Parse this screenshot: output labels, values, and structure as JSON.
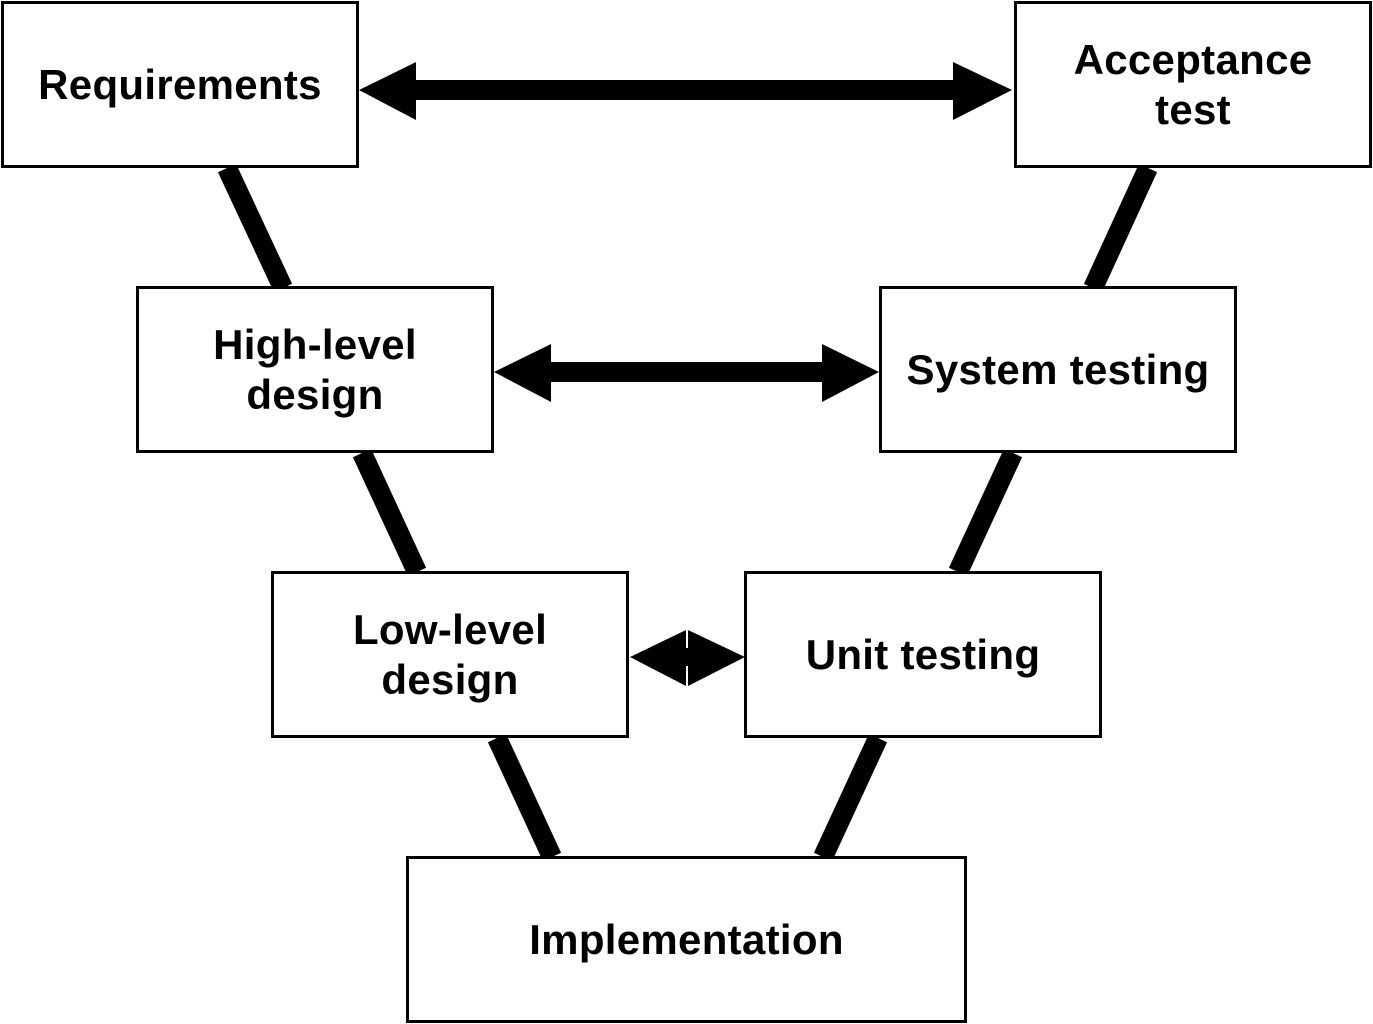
{
  "diagram": {
    "type": "v-model",
    "stages": {
      "requirements": "Requirements",
      "high_level_design": "High-level\ndesign",
      "low_level_design": "Low-level\ndesign",
      "implementation": "Implementation",
      "unit_testing": "Unit testing",
      "system_testing": "System testing",
      "acceptance_test": "Acceptance\ntest"
    },
    "connections": [
      {
        "from": "requirements",
        "to": "acceptance_test",
        "style": "double-arrow"
      },
      {
        "from": "high_level_design",
        "to": "system_testing",
        "style": "double-arrow"
      },
      {
        "from": "low_level_design",
        "to": "unit_testing",
        "style": "double-arrow"
      },
      {
        "from": "requirements",
        "to": "high_level_design",
        "style": "line"
      },
      {
        "from": "high_level_design",
        "to": "low_level_design",
        "style": "line"
      },
      {
        "from": "low_level_design",
        "to": "implementation",
        "style": "line"
      },
      {
        "from": "acceptance_test",
        "to": "system_testing",
        "style": "line"
      },
      {
        "from": "system_testing",
        "to": "unit_testing",
        "style": "line"
      },
      {
        "from": "unit_testing",
        "to": "implementation",
        "style": "line"
      }
    ],
    "colors": {
      "stroke": "#000000",
      "fill": "#ffffff"
    }
  }
}
